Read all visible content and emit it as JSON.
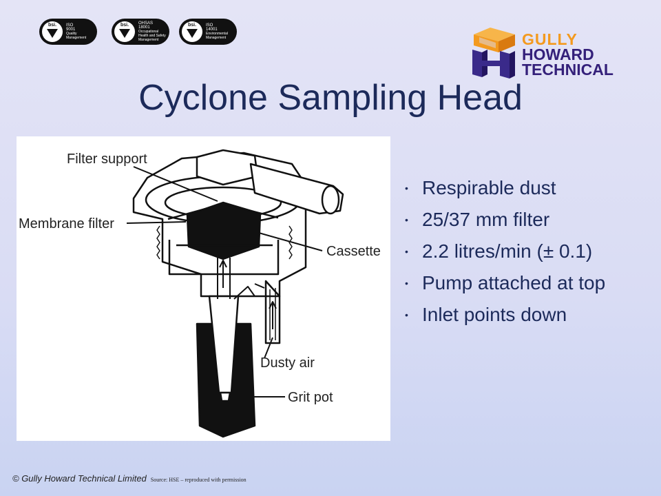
{
  "badges": [
    {
      "brand": "bsi.",
      "standard": "ISO",
      "number": "9001",
      "desc": "Quality Management"
    },
    {
      "brand": "bsi.",
      "standard": "OHSAS",
      "number": "18001",
      "desc": "Occupational Health and Safety Management"
    },
    {
      "brand": "bsi.",
      "standard": "ISO",
      "number": "14001",
      "desc": "Environmental Management"
    }
  ],
  "logo": {
    "line1": "GULLY",
    "line2": "HOWARD",
    "line3": "TECHNICAL",
    "orange": "#f39a1f",
    "navy": "#34207a"
  },
  "title": "Cyclone Sampling Head",
  "diagram": {
    "labels": {
      "filter_support": "Filter support",
      "membrane_filter": "Membrane filter",
      "cassette": "Cassette",
      "dusty_air": "Dusty air",
      "grit_pot": "Grit pot"
    }
  },
  "bullets": [
    "Respirable dust",
    "25/37 mm filter",
    "2.2 litres/min (± 0.1)",
    "Pump attached at top",
    "Inlet points down"
  ],
  "footer": {
    "copyright": "© Gully Howard Technical Limited",
    "source": "Source: HSE – reproduced with permission"
  },
  "colors": {
    "title": "#1c2a5a",
    "background": "#dfe1f5"
  }
}
